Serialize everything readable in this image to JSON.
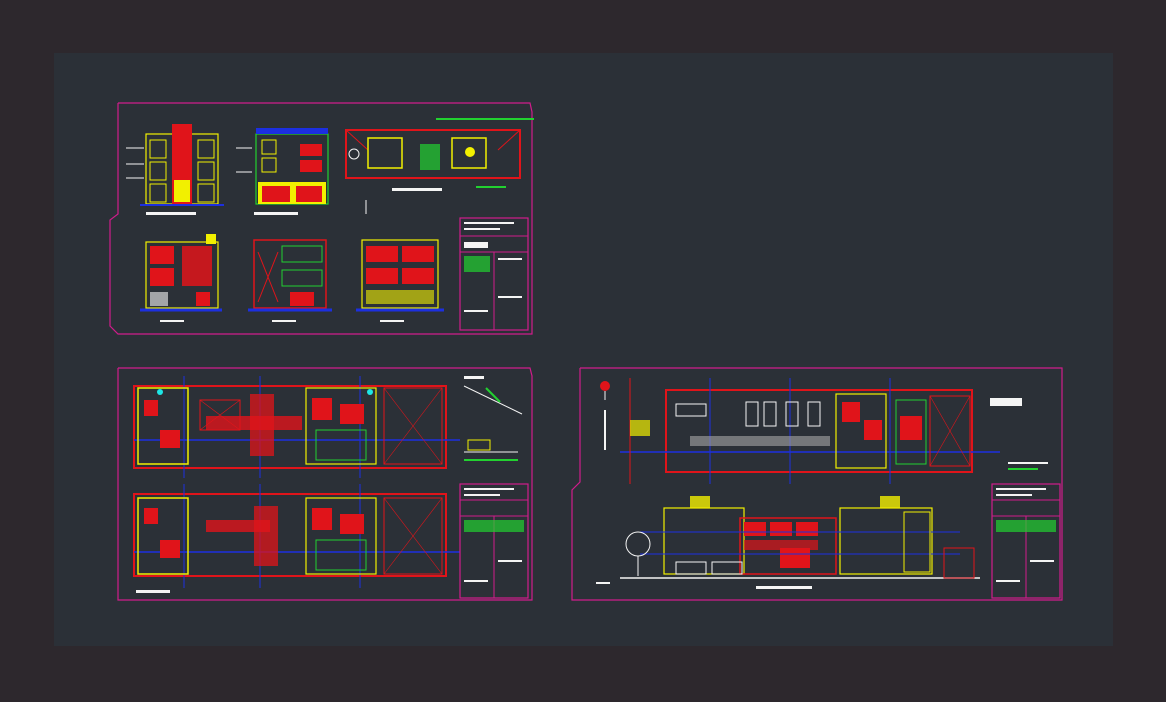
{
  "app": {
    "title": ""
  },
  "colors": {
    "frame_bg": "#2d282d",
    "canvas": "#2b3037",
    "sheet_border": "#d01c8b",
    "wall_red": "#e0141a",
    "yellow": "#f2f000",
    "blue": "#1c2fe0",
    "green": "#22d130",
    "white": "#f4f4f4",
    "cyan": "#1de6e6",
    "magenta": "#e02ca3"
  },
  "sheets": [
    {
      "id": "sheet-1",
      "content": "elevations-sections-roof-plan"
    },
    {
      "id": "sheet-2",
      "content": "floor-plans"
    },
    {
      "id": "sheet-3",
      "content": "site-plan-and-longitudinal-section"
    }
  ],
  "icons": [
    "north-arrow-icon",
    "tree-icon",
    "car-icon"
  ]
}
